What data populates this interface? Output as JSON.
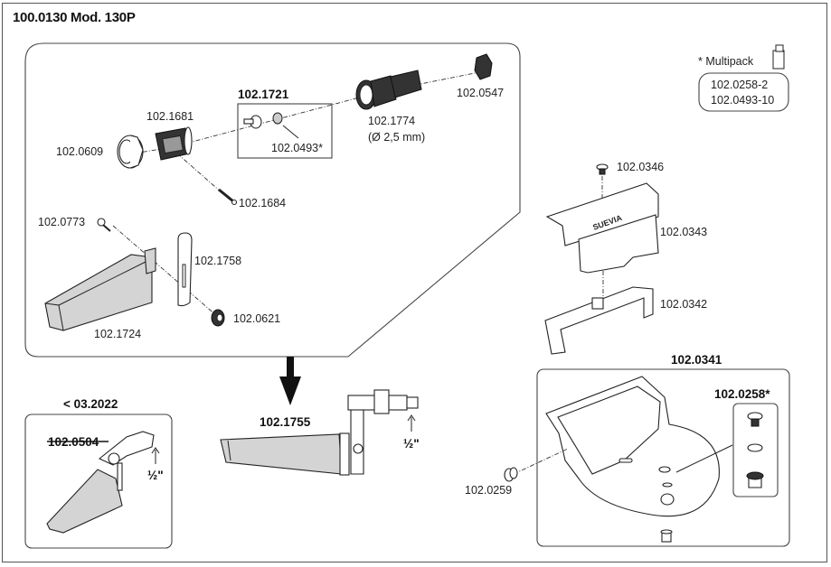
{
  "title": "100.0130 Mod. 130P",
  "multipack": {
    "label": "* Multipack",
    "icon": "package-icon",
    "items": [
      "102.0258-2",
      "102.0493-10"
    ]
  },
  "valve_assembly": {
    "group_label": "102.1721",
    "parts": {
      "nut_left": "102.0609",
      "valve_body": "102.1681",
      "pin": "102.1684",
      "seal_insert": "102.0493*",
      "nozzle": "102.1774",
      "nozzle_note": "(Ø 2,5 mm)",
      "nut_right": "102.0547",
      "screw": "102.0773",
      "float": "102.1724",
      "arm": "102.1758",
      "cap_nut": "102.0621"
    }
  },
  "float_valve": {
    "label": "102.1755",
    "thread": "½\""
  },
  "old_version": {
    "label": "< 03.2022",
    "part": "102.0504",
    "thread": "½\""
  },
  "cover": {
    "screw": "102.0346",
    "cover": "102.0343",
    "bracket": "102.0342",
    "brand": "SUEVIA"
  },
  "bowl": {
    "label": "102.0341",
    "drain_kit": "102.0258*",
    "plug": "102.0259"
  }
}
